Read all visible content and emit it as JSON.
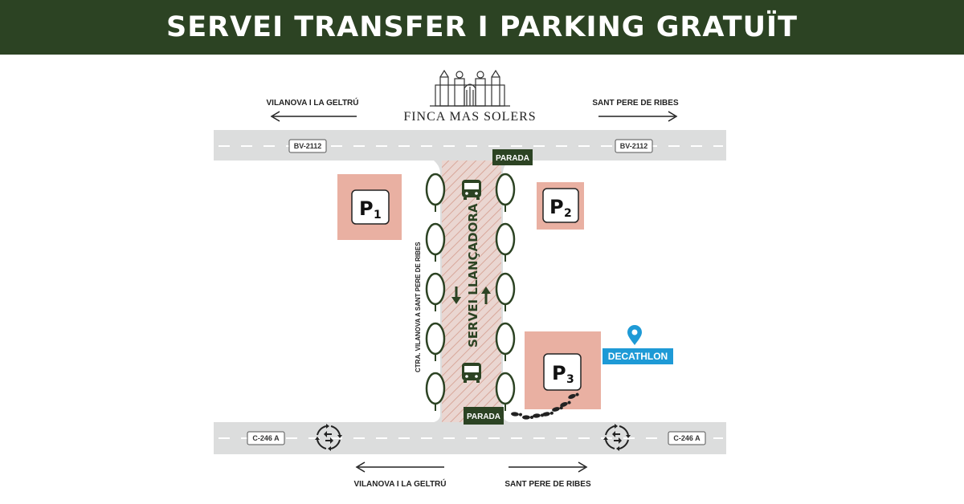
{
  "header": {
    "title": "SERVEI TRANSFER I PARKING GRATUÏT"
  },
  "logo": {
    "name": "FINCA MAS SOLERS"
  },
  "top_road": {
    "code_left": "BV-2112",
    "code_right": "BV-2112",
    "dir_left": "VILANOVA I LA GELTRÚ",
    "dir_right": "SANT PERE DE RIBES"
  },
  "bottom_road": {
    "code_left": "C-246 A",
    "code_right": "C-246 A",
    "dir_left": "VILANOVA I LA GELTRÚ",
    "dir_right": "SANT PERE DE RIBES"
  },
  "side_road": {
    "label": "CTRA. VILANOVA A SANT PERE DE RIBES"
  },
  "shuttle": {
    "label": "SERVEI LLANÇADORA"
  },
  "stops": {
    "top": "PARADA",
    "bottom": "PARADA"
  },
  "parkings": [
    {
      "letter": "P",
      "number": "1"
    },
    {
      "letter": "P",
      "number": "2"
    },
    {
      "letter": "P",
      "number": "3"
    }
  ],
  "landmark": {
    "label": "DECATHLON"
  },
  "colors": {
    "brand_green": "#2c4323",
    "parking_fill": "#e9b0a2",
    "road": "#dcdddd",
    "landmark_blue": "#1e9ad6"
  },
  "icons": [
    "location-pin-icon",
    "bus-icon",
    "roundabout-icon",
    "footsteps-icon",
    "tree-icon",
    "arrow-icon"
  ]
}
